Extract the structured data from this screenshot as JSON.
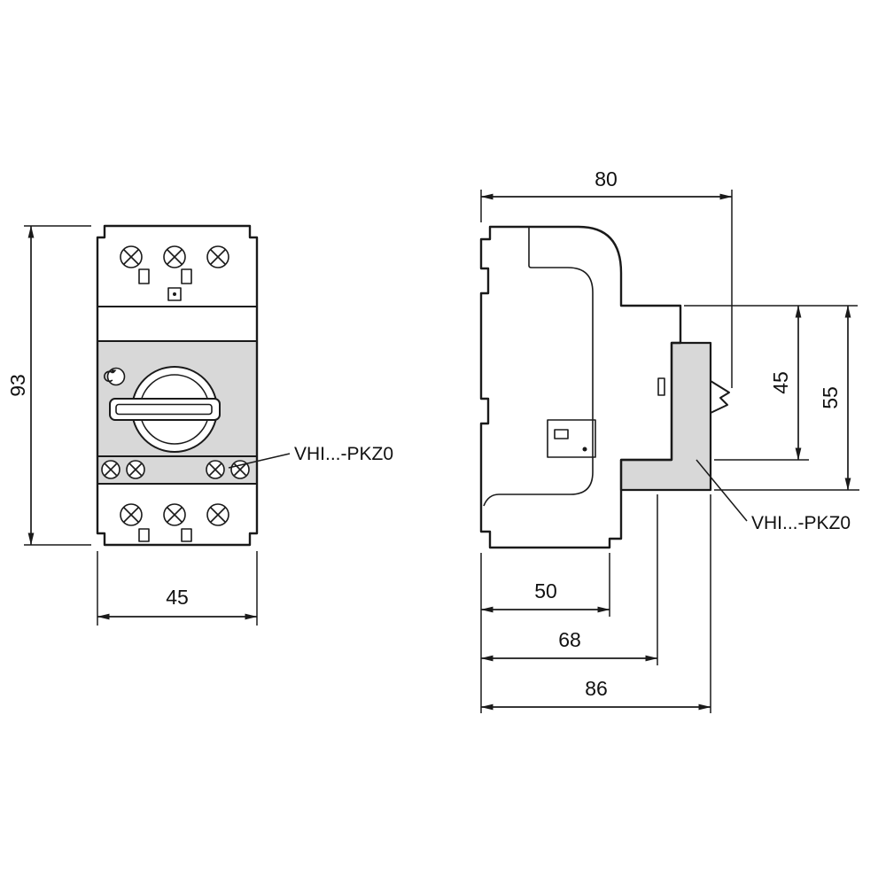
{
  "front_view": {
    "height_dim": "93",
    "width_dim": "45",
    "accessory_label": "VHI...-PKZ0"
  },
  "side_view": {
    "top_width_dim": "80",
    "upper_height_dim": "45",
    "outer_height_dim": "55",
    "depth_dim_1": "50",
    "depth_dim_2": "68",
    "depth_dim_3": "86",
    "accessory_label": "VHI...-PKZ0"
  },
  "colors": {
    "line": "#1a1a1a",
    "shaded": "#d8d8d8",
    "background": "#ffffff"
  }
}
